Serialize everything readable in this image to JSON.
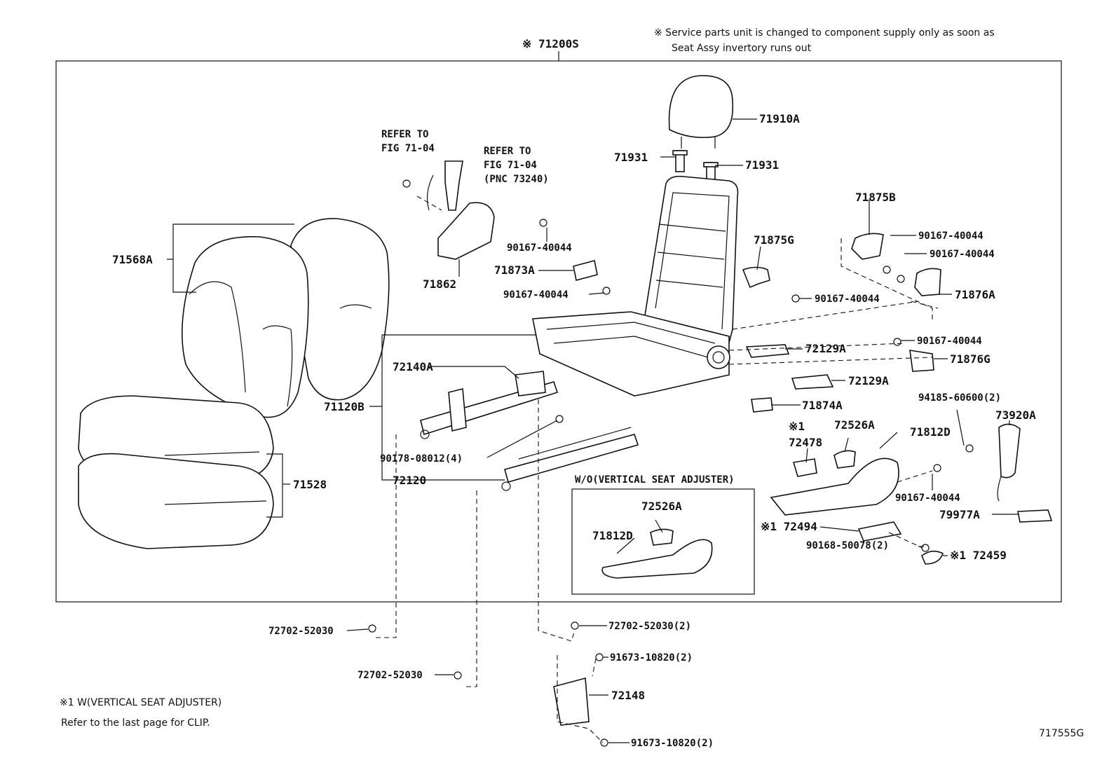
{
  "header": {
    "assembly_label": "※ 71200S",
    "service_note_line1": "※ Service parts unit is changed to component supply only as soon as",
    "service_note_line2": "Seat Assy invertory runs out"
  },
  "refer_notes": {
    "left_line1": "REFER TO",
    "left_line2": "FIG 71-04",
    "right_line1": "REFER TO",
    "right_line2": "FIG 71-04",
    "right_line3": "(PNC 73240)"
  },
  "parts": {
    "p71910A": "71910A",
    "p71931_left": "71931",
    "p71931_right": "71931",
    "p71568A": "71568A",
    "p71862": "71862",
    "p90167_a": "90167-40044",
    "p71873A": "71873A",
    "p90167_b": "90167-40044",
    "p71875G": "71875G",
    "p90167_c": "90167-40044",
    "p71875B": "71875B",
    "p90167_d": "90167-40044",
    "p90167_e": "90167-40044",
    "p71876A": "71876A",
    "p90167_f": "90167-40044",
    "p71876G": "71876G",
    "p72129A_1": "72129A",
    "p72129A_2": "72129A",
    "p72140A": "72140A",
    "p71120B": "71120B",
    "p71874A": "71874A",
    "p94185": "94185-60600(2)",
    "p73920A": "73920A",
    "p72478_mark": "※1",
    "p72478": "72478",
    "p72526A_top": "72526A",
    "p71812D_top": "71812D",
    "p90178": "90178-08012(4)",
    "p72120": "72120",
    "p71528": "71528",
    "p90167_g": "90167-40044",
    "p79977A": "79977A",
    "p72494": "※1 72494",
    "p90168": "90168-50078(2)",
    "p72459": "※1 72459",
    "p72702_a": "72702-52030",
    "p72702_b": "72702-52030(2)",
    "p91673_a": "91673-10820(2)",
    "p72702_c": "72702-52030",
    "p72148": "72148",
    "p91673_b": "91673-10820(2)"
  },
  "inset": {
    "title": "W/O(VERTICAL SEAT ADJUSTER)",
    "p72526A": "72526A",
    "p71812D": "71812D"
  },
  "footer": {
    "note1": "※1  W(VERTICAL SEAT ADJUSTER)",
    "note2": "Refer to the last page for CLIP.",
    "figure_code": "717555G"
  }
}
